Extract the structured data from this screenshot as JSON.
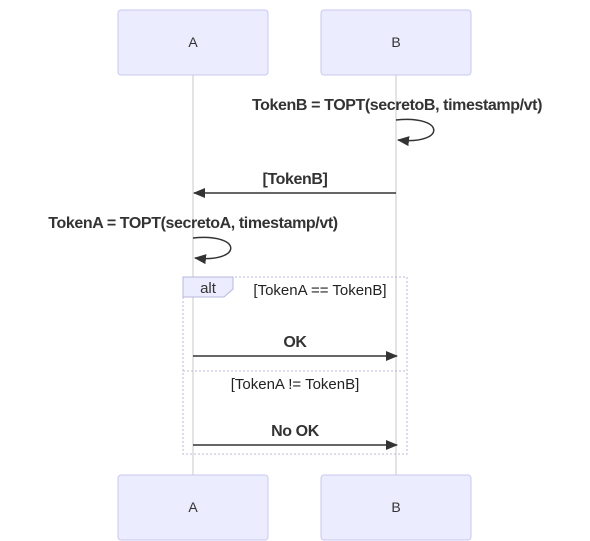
{
  "participants": {
    "a": {
      "label": "A"
    },
    "b": {
      "label": "B"
    }
  },
  "messages": {
    "m1": {
      "label": "TokenB = TOPT(secretoB, timestamp/vt)"
    },
    "m2": {
      "label": "[TokenB]"
    },
    "m3": {
      "label": "TokenA = TOPT(secretoA, timestamp/vt)"
    },
    "m4": {
      "label": "OK"
    },
    "m5": {
      "label": "No OK"
    }
  },
  "alt_block": {
    "keyword": "alt",
    "condition_1": "[TokenA == TokenB]",
    "condition_2": "[TokenA != TokenB]"
  },
  "colors": {
    "actor_fill": "#ECECFF",
    "line": "#333333"
  }
}
